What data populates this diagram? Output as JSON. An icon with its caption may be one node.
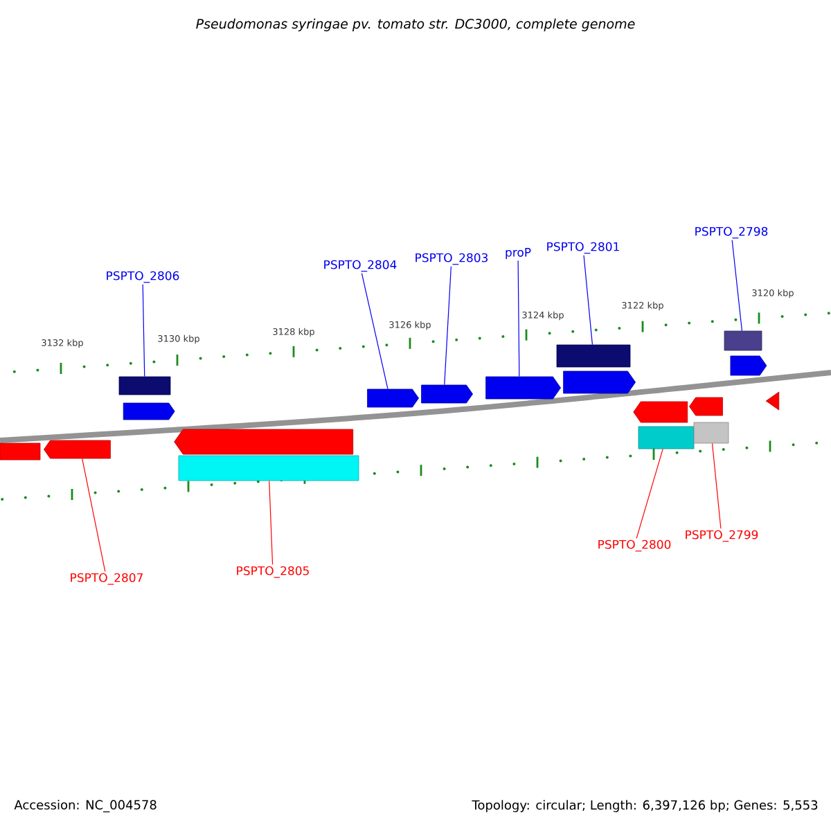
{
  "diagram": {
    "title": "Pseudomonas syringae pv. tomato str. DC3000, complete genome",
    "nodes": [
      {
        "text": [
          "PSPTO_2806"
        ]
      },
      {
        "text": [
          "PSPTO_2804"
        ]
      },
      {
        "text": [
          "PSPTO_2803"
        ]
      },
      {
        "text": [
          "proP"
        ]
      },
      {
        "text": [
          "PSPTO_2801"
        ]
      },
      {
        "text": [
          "PSPTO_2798"
        ]
      },
      {
        "text": [
          "PSPTO_2807"
        ]
      },
      {
        "text": [
          "PSPTO_2805"
        ]
      },
      {
        "text": [
          "PSPTO_2800"
        ]
      },
      {
        "text": [
          "PSPTO_2799"
        ]
      },
      {
        "text": [],
        "shape": "bar"
      },
      {
        "text": [],
        "shape": "arrow"
      },
      {
        "text": [],
        "shape": "arrow"
      },
      {
        "text": [],
        "shape": "arrow"
      },
      {
        "text": [],
        "shape": "arrow"
      },
      {
        "text": [],
        "shape": "bar"
      },
      {
        "text": [],
        "shape": "arrow"
      },
      {
        "text": [],
        "shape": "bar"
      },
      {
        "text": [],
        "shape": "arrow"
      },
      {
        "text": [],
        "shape": "bar"
      },
      {
        "text": [],
        "shape": "arrow"
      },
      {
        "text": [],
        "shape": "arrow"
      },
      {
        "text": [],
        "shape": "bar"
      },
      {
        "text": [],
        "shape": "arrow"
      },
      {
        "text": [],
        "shape": "bar"
      },
      {
        "text": [],
        "shape": "bar"
      },
      {
        "text": [],
        "shape": "arrow"
      },
      {
        "text": [],
        "shape": "triangle"
      }
    ],
    "edges": [
      {
        "from": 0,
        "to": 10,
        "arrow": "none"
      },
      {
        "from": 1,
        "to": 12,
        "arrow": "none"
      },
      {
        "from": 2,
        "to": 13,
        "arrow": "none"
      },
      {
        "from": 3,
        "to": 14,
        "arrow": "none"
      },
      {
        "from": 4,
        "to": 15,
        "arrow": "none"
      },
      {
        "from": 5,
        "to": 17,
        "arrow": "none"
      },
      {
        "from": 6,
        "to": 20,
        "arrow": "none",
        "color": "#ff0000"
      },
      {
        "from": 7,
        "to": 22,
        "arrow": "none",
        "color": "#ff0000"
      },
      {
        "from": 8,
        "to": 24,
        "arrow": "none",
        "color": "#ff0000"
      },
      {
        "from": 9,
        "to": 25,
        "arrow": "none",
        "color": "#ff0000"
      }
    ],
    "labels": [
      "3132 kbp",
      "3130 kbp",
      "3128 kbp",
      "3126 kbp",
      "3124 kbp",
      "3122 kbp",
      "3120 kbp",
      "Accession: NC_004578",
      "Topology: circular; Length: 6,397,126 bp; Genes: 5,553"
    ]
  }
}
